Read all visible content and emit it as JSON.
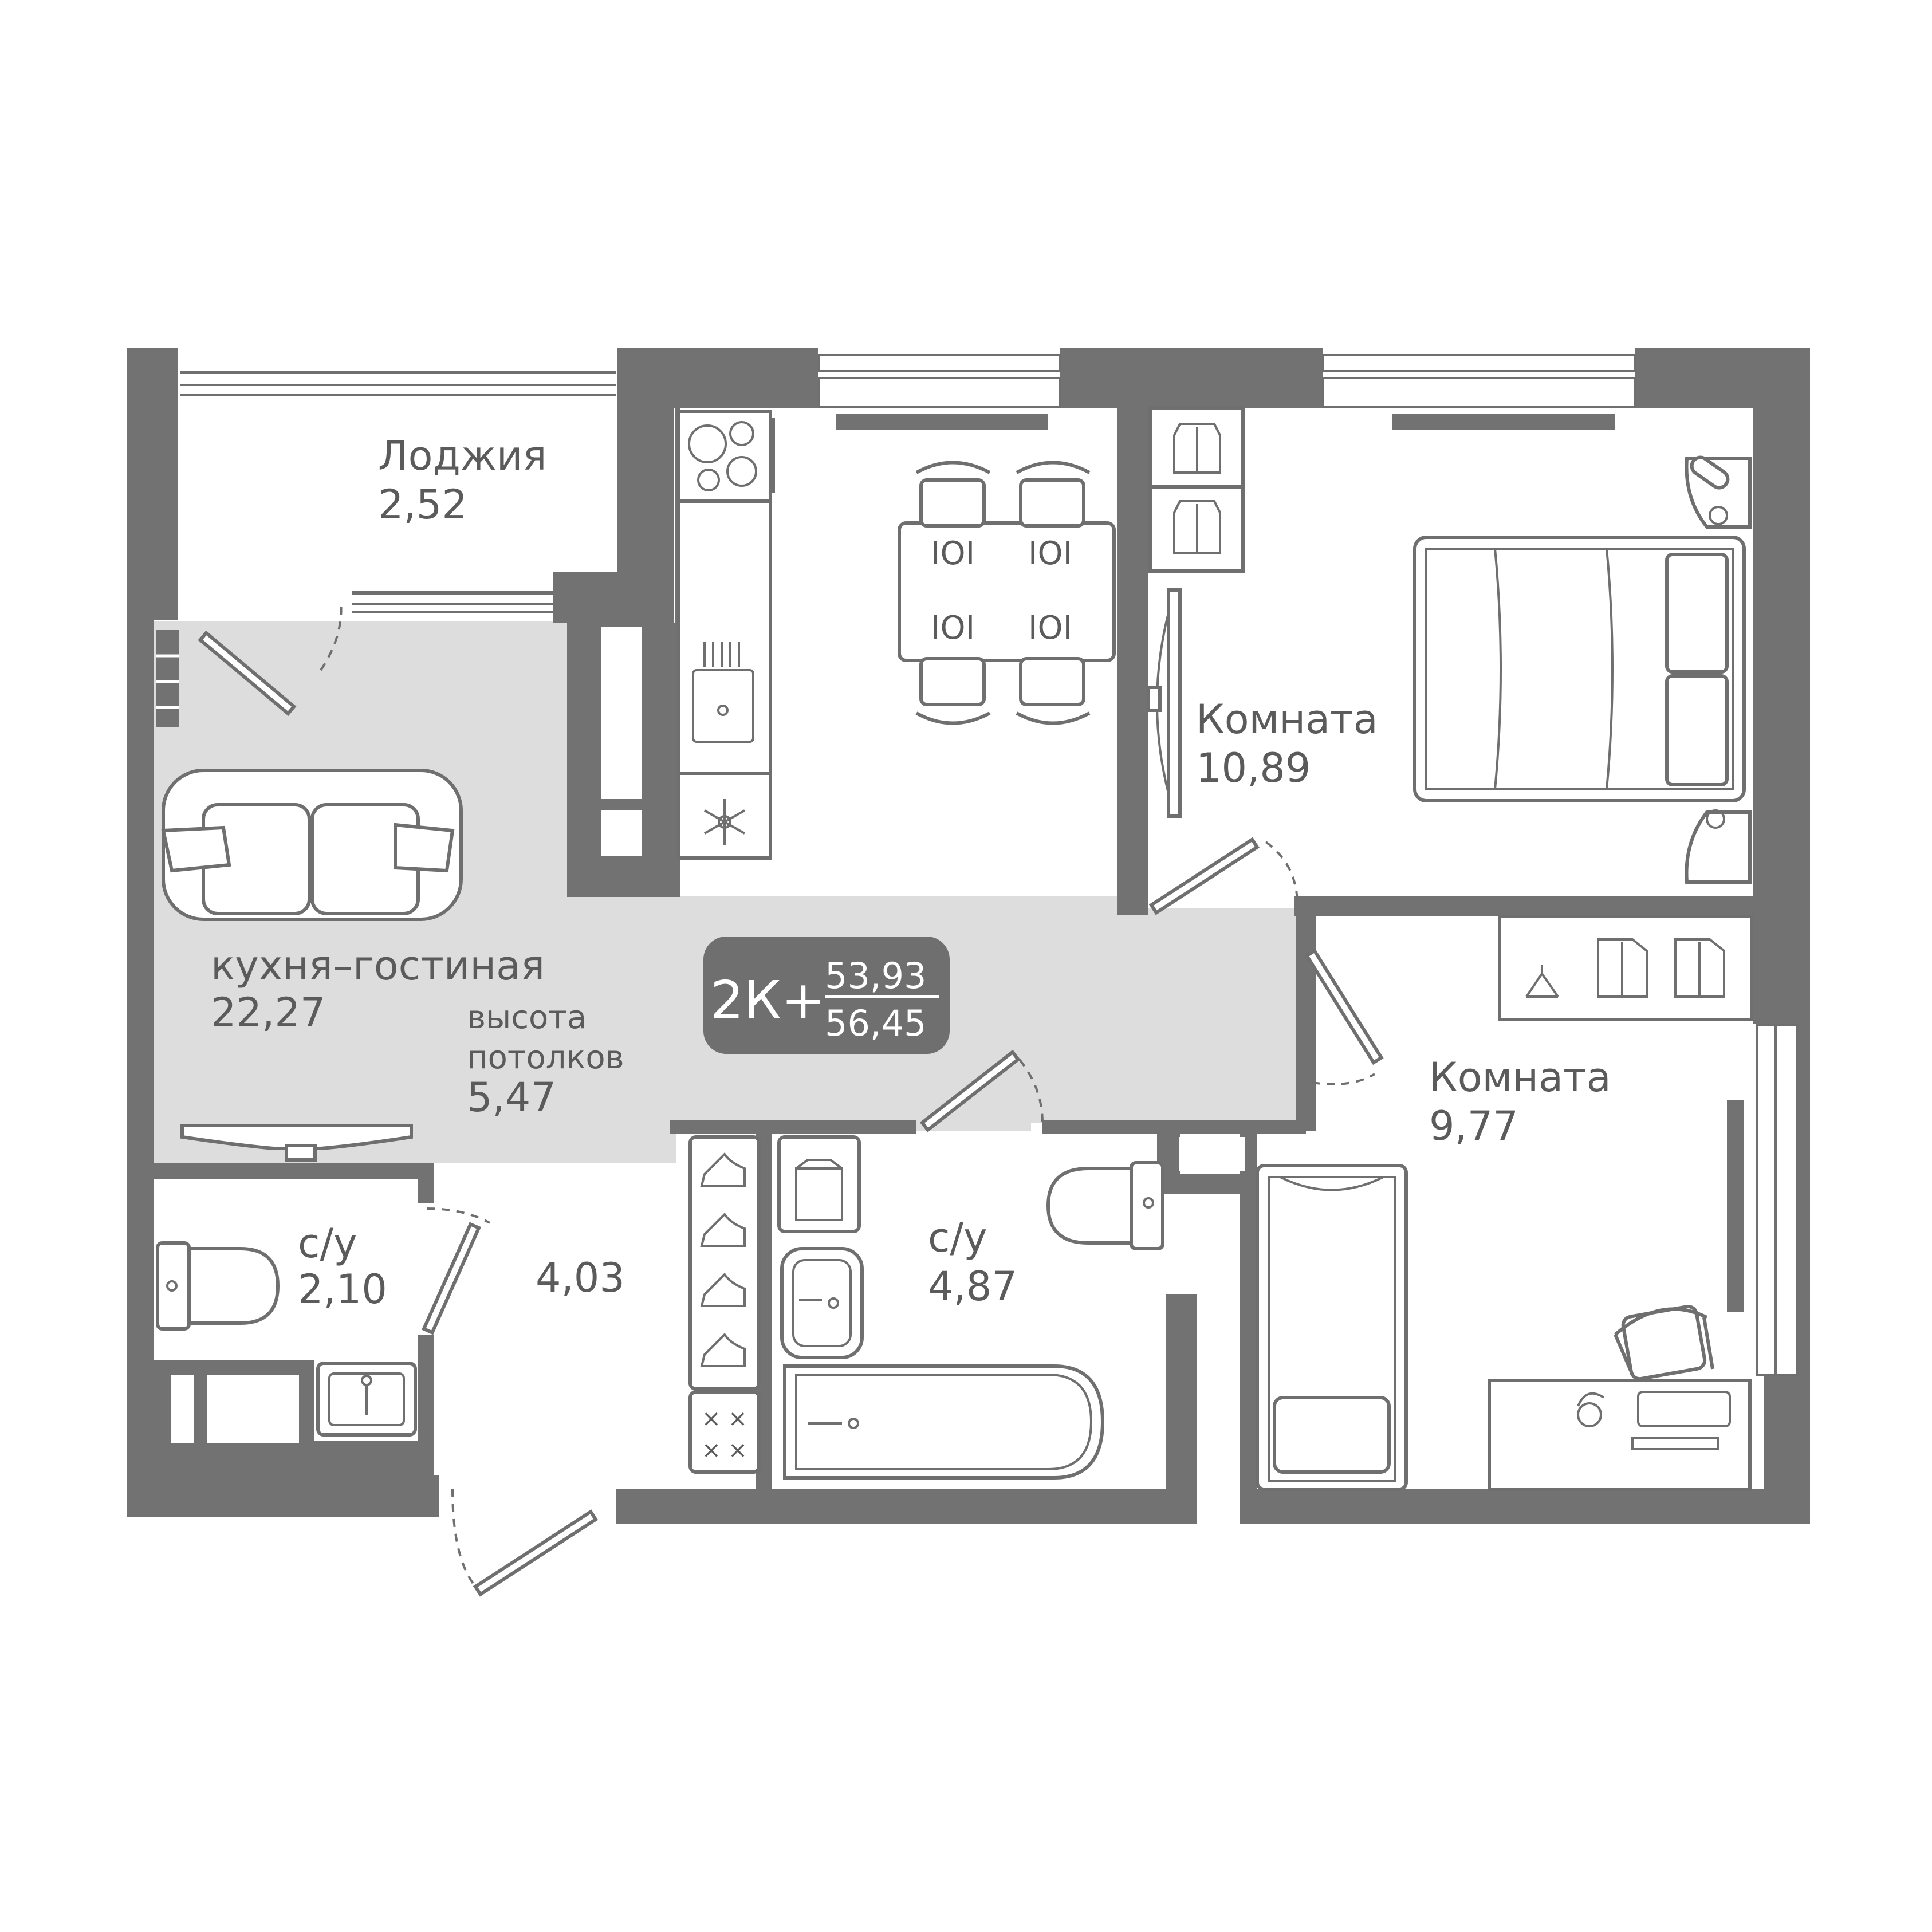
{
  "rooms": {
    "loggia": {
      "name": "Лоджия",
      "area": "2,52"
    },
    "kitchen_living": {
      "name": "кухня–гостиная",
      "area": "22,27"
    },
    "ceiling": {
      "line1": "высота",
      "line2": "потолков",
      "value": "5,47"
    },
    "room1": {
      "name": "Комната",
      "area": "10,89"
    },
    "room2": {
      "name": "Комната",
      "area": "9,77"
    },
    "bath_small": {
      "name": "с/у",
      "area": "2,10"
    },
    "hall": {
      "area": "4,03"
    },
    "bath_large": {
      "name": "с/у",
      "area": "4,87"
    }
  },
  "badge": {
    "type": "2К+",
    "living_area": "53,93",
    "total_area": "56,45"
  },
  "colors": {
    "wall": "#727272",
    "shade": "#dcdddc",
    "line": "#6f6f6f",
    "badge_bg": "#6f6f6f",
    "text": "#5b5b5b"
  }
}
